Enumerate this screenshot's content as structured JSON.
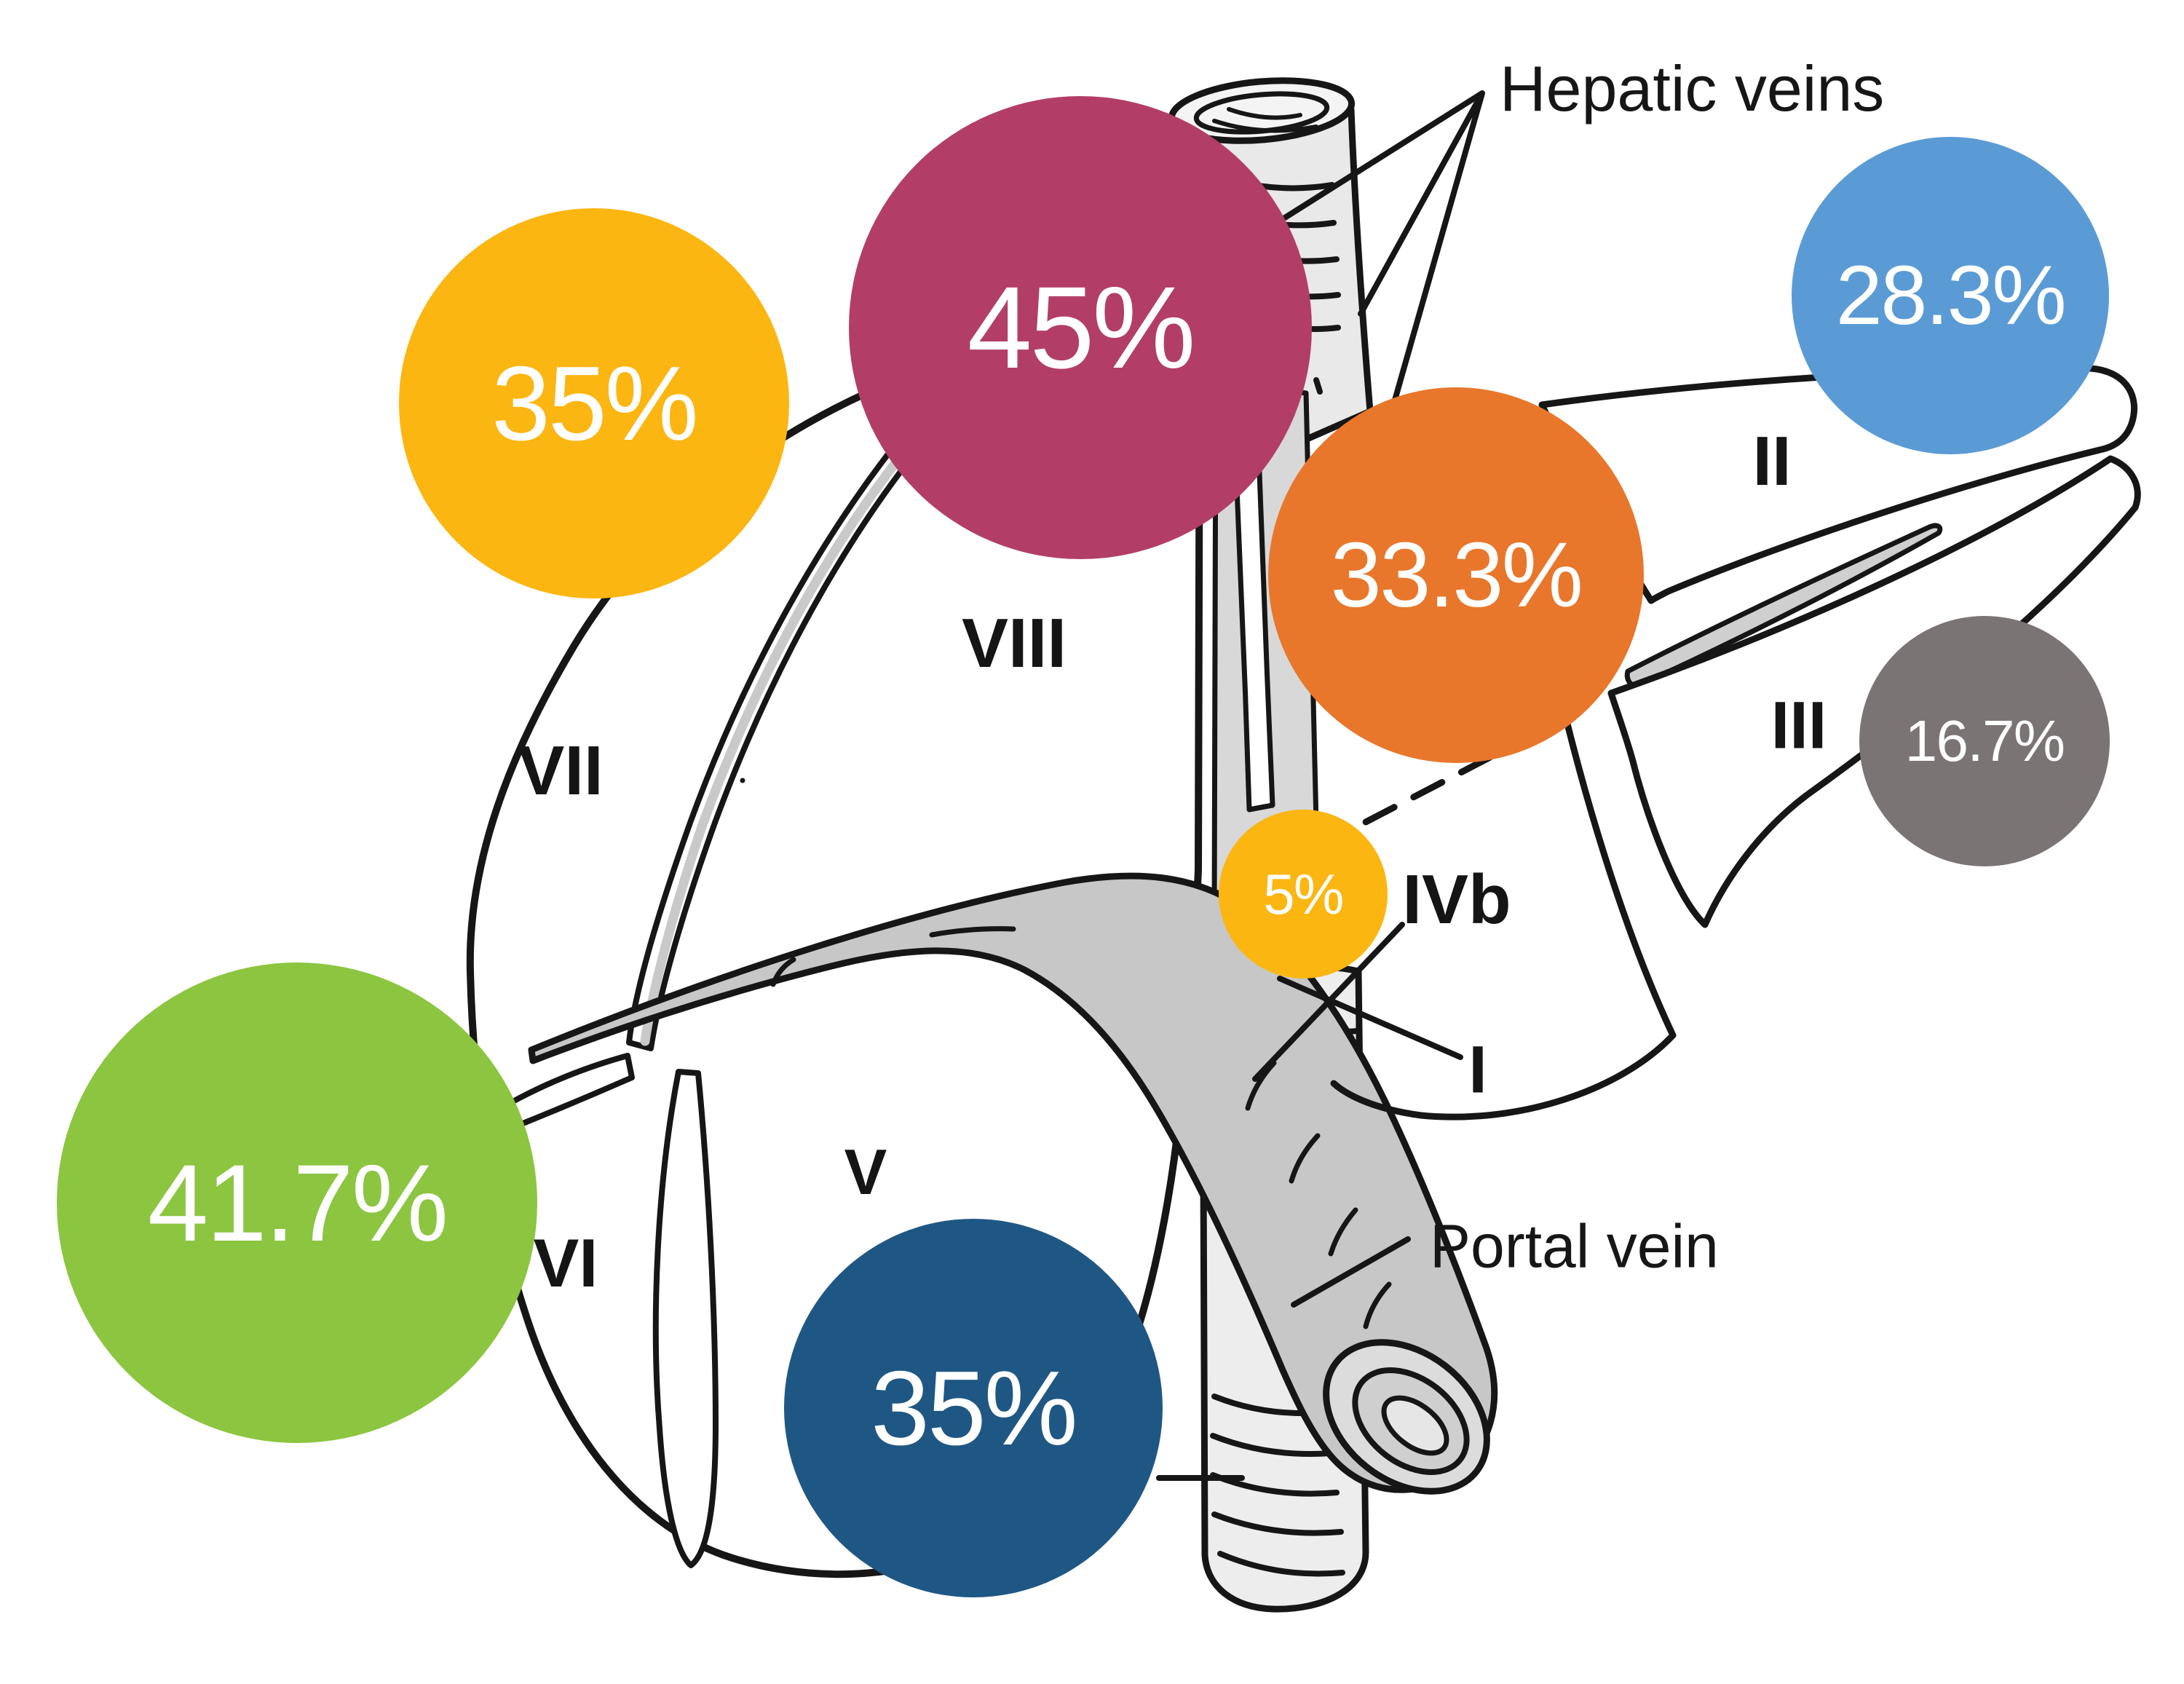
{
  "annotations": {
    "hepatic_veins": "Hepatic veins",
    "portal_vein": "Portal vein"
  },
  "segments": [
    {
      "label": "VII"
    },
    {
      "label": "VIII"
    },
    {
      "label": "II"
    },
    {
      "label": "III"
    },
    {
      "label": "IVb"
    },
    {
      "label": "I"
    },
    {
      "label": "V"
    },
    {
      "label": "VI"
    }
  ],
  "bubbles": [
    {
      "value": "35%",
      "color": "#FBB612",
      "near_segment": "VII"
    },
    {
      "value": "45%",
      "color": "#B23E68",
      "near_segment": "VIII"
    },
    {
      "value": "28.3%",
      "color": "#5B9BD5",
      "near_segment": "II"
    },
    {
      "value": "33.3%",
      "color": "#E8772B",
      "near_segment": "IV"
    },
    {
      "value": "16.7%",
      "color": "#7A7474",
      "near_segment": "III"
    },
    {
      "value": "5%",
      "color": "#FBB612",
      "near_segment": "IVb"
    },
    {
      "value": "41.7%",
      "color": "#8CC540",
      "near_segment": "VI"
    },
    {
      "value": "35%",
      "color": "#1F5784",
      "near_segment": "V"
    }
  ],
  "line_art_colors": {
    "ink": "#161616",
    "portal_vein_gray": "#c7c7c7",
    "cava_band_gray": "#d8d8d8",
    "tube_light_gray": "#ededed"
  }
}
